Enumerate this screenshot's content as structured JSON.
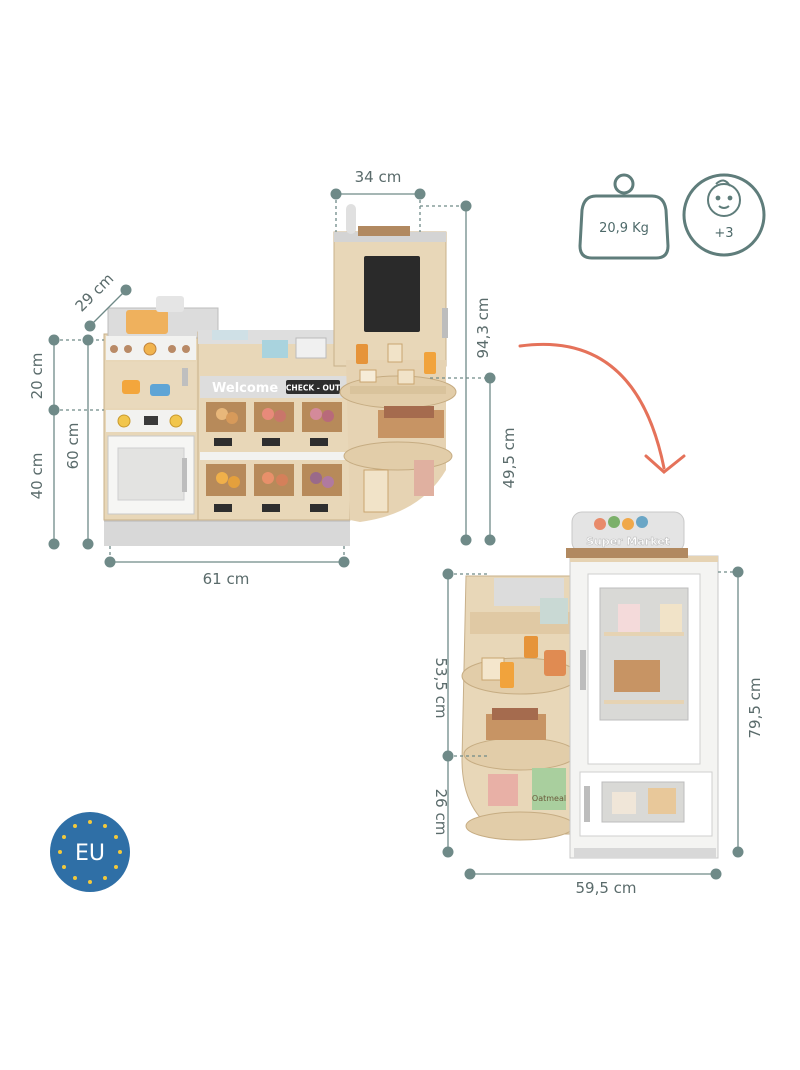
{
  "dimensions": {
    "depth_top": "34 cm",
    "side_depth": "29 cm",
    "height_total": "94,3 cm",
    "height_counter": "49,5 cm",
    "height_upper": "20 cm",
    "height_lower": "40 cm",
    "height_oven": "60 cm",
    "width_main": "61 cm",
    "width_fridge": "59,5 cm",
    "height_fridge": "79,5 cm",
    "height_shelf_upper": "53,5 cm",
    "height_shelf_lower": "26 cm"
  },
  "badges": {
    "weight": "20,9 Kg",
    "age": "+3",
    "eu": "EU"
  },
  "signs": {
    "welcome": "Welcome",
    "checkout": "CHECK - OUT",
    "supermarket": "Super Market",
    "oatmeal": "Oatmeal"
  },
  "icons": {
    "weight": "weight-icon",
    "age": "baby-face-icon",
    "eu": "eu-stars-icon",
    "arrow": "curved-arrow-icon"
  },
  "colors": {
    "dimension_line": "#6f8a88",
    "dimension_text": "#5a6b6b",
    "badge_stroke": "#5f7d7b",
    "arrow": "#e5725a",
    "eu_blue": "#2f6fa6",
    "eu_star": "#f3c93b",
    "wood": "#e6d3b3",
    "wood_dark": "#cbb18a",
    "panel_white": "#f4f4f2",
    "panel_grey": "#d9d9d9"
  }
}
